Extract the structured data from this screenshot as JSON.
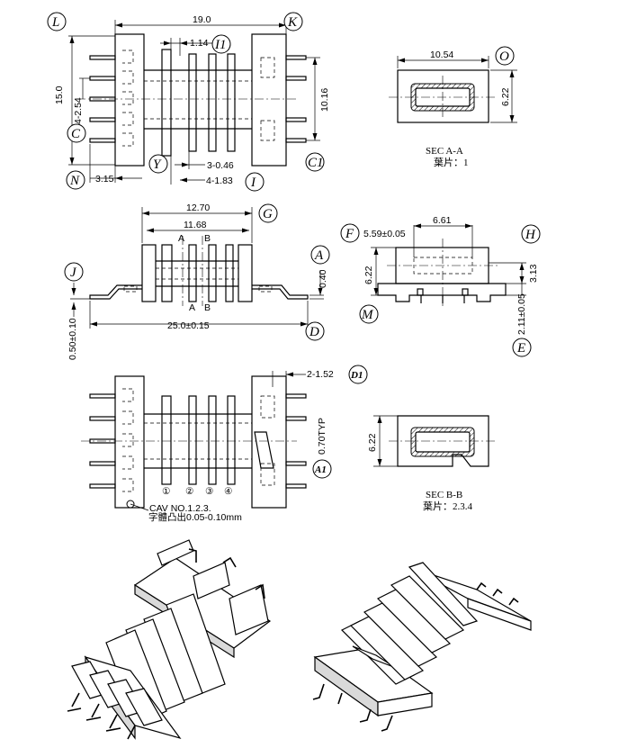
{
  "labels": {
    "L": "L",
    "K": "K",
    "I1": "I1",
    "C": "C",
    "Y": "Y",
    "N": "N",
    "I": "I",
    "C1": "C1",
    "O": "O",
    "G": "G",
    "F": "F",
    "H": "H",
    "A": "A",
    "J": "J",
    "D": "D",
    "M": "M",
    "E": "E",
    "D1": "D1",
    "A1": "A1"
  },
  "top_view": {
    "width": "19.0",
    "pin_width": "1.14",
    "height": "15.0",
    "pitch": "4-2.54",
    "inner": "10.16",
    "offset": "3.15",
    "flange": "3-0.46",
    "flange_pitch": "4-1.83"
  },
  "sec_aa": {
    "width": "10.54",
    "height": "6.22",
    "title": "SEC A-A",
    "note": "葉片：1"
  },
  "side_view": {
    "span": "12.70",
    "inner": "11.68",
    "section_a": "A",
    "section_b": "B",
    "lead_thk": "0.40",
    "standoff": "0.50±0.10",
    "length": "25.0±0.15"
  },
  "end_view": {
    "width_tol": "5.59±0.05",
    "width": "6.61",
    "height": "6.22",
    "step": "3.13",
    "base": "2.11±0.05"
  },
  "bottom_view": {
    "slot": "2-1.52",
    "typ": "0.70TYP",
    "cav": "CAV NO.1.2.3.",
    "engrave": "字體凸出0.05-0.10mm",
    "marks": [
      "①",
      "②",
      "③",
      "④"
    ]
  },
  "sec_bb": {
    "height": "6.22",
    "title": "SEC B-B",
    "note": "葉片：2.3.4"
  }
}
